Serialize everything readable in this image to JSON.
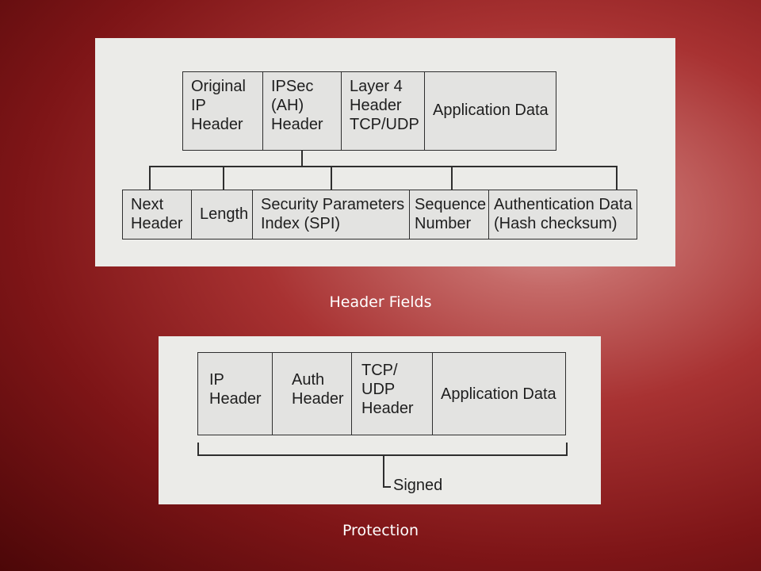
{
  "figure1": {
    "top_row": [
      {
        "label": "Original\nIP\nHeader"
      },
      {
        "label": "IPSec\n(AH)\nHeader"
      },
      {
        "label": "Layer 4\nHeader\nTCP/UDP"
      },
      {
        "label": "Application Data"
      }
    ],
    "bottom_row": [
      {
        "label": "Next\nHeader"
      },
      {
        "label": "Length"
      },
      {
        "label": "Security Parameters\nIndex (SPI)"
      },
      {
        "label": "Sequence\nNumber"
      },
      {
        "label": "Authentication Data\n(Hash checksum)"
      }
    ]
  },
  "caption1": "Header Fields",
  "figure2": {
    "boxes": [
      {
        "label": "IP\nHeader"
      },
      {
        "label": "Auth\nHeader"
      },
      {
        "label": "TCP/\nUDP\nHeader"
      },
      {
        "label": "Application Data"
      }
    ],
    "signed_label": "Signed"
  },
  "caption2": "Protection"
}
